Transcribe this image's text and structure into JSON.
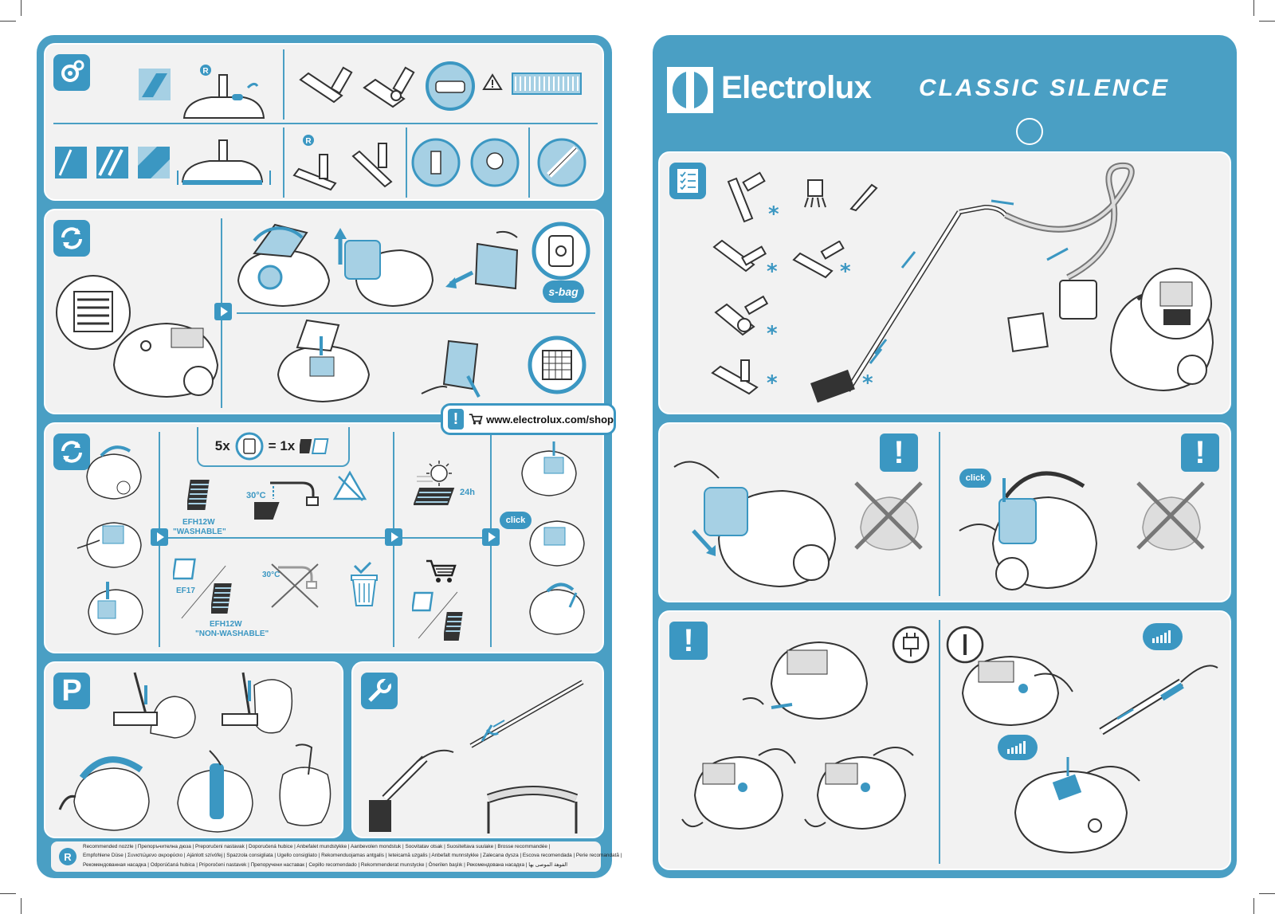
{
  "header": {
    "brand": "Electrolux",
    "model": "CLASSIC SILENCE"
  },
  "shop": {
    "url": "www.electrolux.com/shop"
  },
  "filters": {
    "ratio_left": "5x",
    "ratio_right": "= 1x",
    "washable_code": "EFH12W",
    "washable_label": "\"WASHABLE\"",
    "nonwashable_code": "EFH12W",
    "nonwashable_label": "\"NON-WASHABLE\"",
    "ef17": "EF17",
    "temp": "30°C",
    "temp_crossed": "30°C",
    "dry_time": "24h"
  },
  "labels": {
    "click_1": "click",
    "click_2": "click",
    "sbag": "s-bag",
    "r_mark": "R",
    "park": "P"
  },
  "footer": {
    "line1": "Recommended nozzle | Препоръчителна дюза | Preporučeni nastavak | Doporučená hubice | Anbefalet mundstykke | Aanbevolen mondstuk | Soovitatav otsak | Suositeltava suulake | Brosse recommandée |",
    "line2": "Empfohlene Düse | Συνιστώμενο ακροφύσιο | Ajánlott szívófej | Spazzola consigliata | Ugello consigliato | Rekomenduojamas antgalis | Ieteicamā uzgalis | Anbefalt munnstykke | Zalecana dysza | Escova recomendada | Perie recomandată |",
    "line3": "Рекомендованная насадка | Odporúčaná hubica | Priporočeni nastavek | Препоручени наставак | Cepillo recomendado | Rekommenderat munstycke | Önerilen başlık | Рекомендована насадка | الفوهة الموصى بها"
  },
  "colors": {
    "brand_blue": "#4a9fc4",
    "accent_blue": "#3b97c2",
    "panel_bg": "#f2f2f2"
  }
}
